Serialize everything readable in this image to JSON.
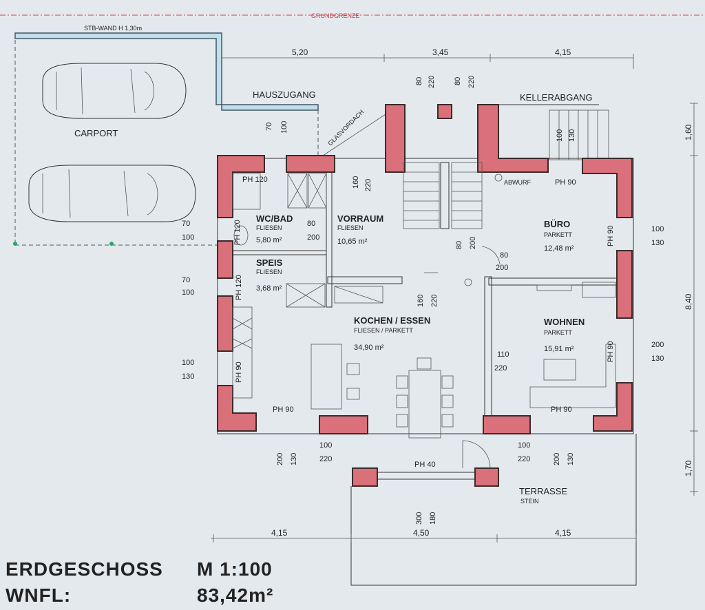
{
  "labels": {
    "boundary": "GRUNDGRENZE",
    "stb_wall": "STB-WAND H 1,30m",
    "carport": "CARPORT",
    "entrance": "HAUSZUGANG",
    "canopy": "GLASVORDACH",
    "cellar_stairs": "KELLERABGANG",
    "abwurf": "ABWURF",
    "terrace": "TERRASSE",
    "terrace_material": "STEIN"
  },
  "rooms": {
    "wc": {
      "name": "WC/BAD",
      "material": "FLIESEN",
      "area": "5,80 m²"
    },
    "vorraum": {
      "name": "VORRAUM",
      "material": "FLIESEN",
      "area": "10,65 m²"
    },
    "speis": {
      "name": "SPEIS",
      "material": "FLIESEN",
      "area": "3,68 m²"
    },
    "kochen": {
      "name": "KOCHEN / ESSEN",
      "material": "FLIESEN / PARKETT",
      "area": "34,90 m²"
    },
    "buero": {
      "name": "BÜRO",
      "material": "PARKETT",
      "area": "12,48 m²"
    },
    "wohnen": {
      "name": "WOHNEN",
      "material": "PARKETT",
      "area": "15,91 m²"
    }
  },
  "dimensions": {
    "top": [
      "5,20",
      "3,45",
      "4,15"
    ],
    "bottom": [
      "4,15",
      "4,50",
      "4,15"
    ],
    "right": [
      "1,60",
      "8,40",
      "1,70"
    ]
  },
  "openings": {
    "ph120": "PH 120",
    "ph90": "PH 90",
    "ph40": "PH 40",
    "n70": "70",
    "n80": "80",
    "n100": "100",
    "n110": "110",
    "n130": "130",
    "n160": "160",
    "n180": "180",
    "n200": "200",
    "n220": "220",
    "n300": "300"
  },
  "footer": {
    "floor": "ERDGESCHOSS",
    "scale": "M 1:100",
    "wnfl_label": "WNFL:",
    "wnfl_value": "83,42m²"
  }
}
